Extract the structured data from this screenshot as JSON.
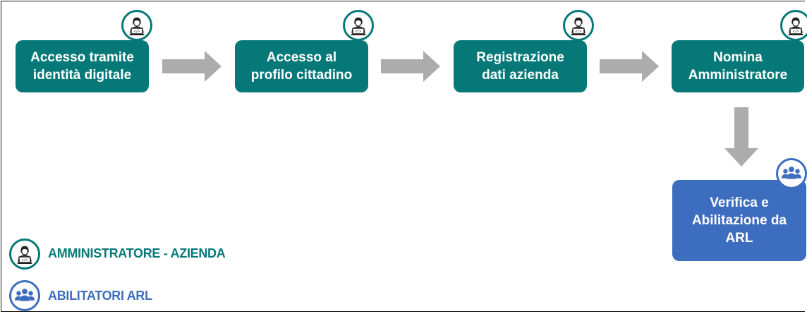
{
  "colors": {
    "admin_teal": "#077878",
    "arl_blue": "#3d6dbe",
    "arrow_gray": "#acacac"
  },
  "steps": [
    {
      "label": "Accesso tramite\nidentità digitale",
      "actor_icon": "admin-user-icon"
    },
    {
      "label": "Accesso al\nprofilo cittadino",
      "actor_icon": "admin-user-icon"
    },
    {
      "label": "Registrazione\ndati azienda",
      "actor_icon": "admin-user-icon"
    },
    {
      "label": "Nomina\nAmministratore",
      "actor_icon": "admin-user-icon"
    },
    {
      "label": "Verifica e\nAbilitazione da\nARL",
      "actor_icon": "group-users-icon"
    }
  ],
  "legend": [
    {
      "label": "AMMINISTRATORE - AZIENDA",
      "icon": "admin-user-icon"
    },
    {
      "label": "ABILITATORI ARL",
      "icon": "group-users-icon"
    }
  ]
}
